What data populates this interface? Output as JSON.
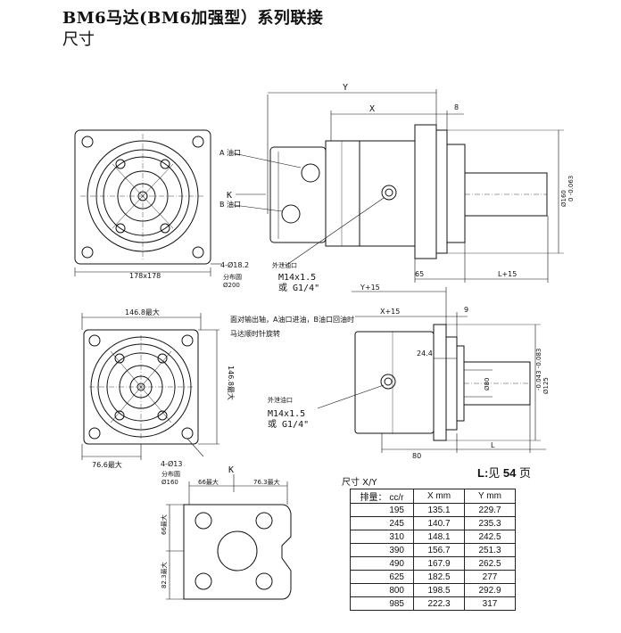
{
  "header": {
    "title": "BM6马达(BM6加强型）系列联接",
    "subtitle": "尺寸"
  },
  "drawing_top": {
    "port_a": "A 油口",
    "port_b": "B 油口",
    "view_k": "K",
    "flange_size": "178x178",
    "bolt_holes": "4-Ø18.2",
    "bolt_circle_label": "分布圆",
    "bolt_circle": "Ø200",
    "dim_y": "Y",
    "dim_x": "X",
    "dim_8": "8",
    "drain_port": "外泄油口",
    "thread_1": "M14x1.5",
    "thread_2": "或 G1/4\"",
    "dim_65": "65",
    "dim_l15": "L+15",
    "shaft_dia": "Ø160",
    "shaft_tol": "0 -0.063"
  },
  "drawing_mid": {
    "flange_width": "146.8最大",
    "flange_height": "146.8最大",
    "note_1": "面对输出轴，A油口进油，B油口回油时",
    "note_2": "马达顺时针旋转",
    "dim_76": "76.6最大",
    "bolt_holes": "4-Ø13",
    "bolt_circle_label": "分布圆",
    "bolt_circle": "Ø160",
    "dim_y15": "Y+15",
    "dim_x15": "X+15",
    "dim_9": "9",
    "dim_24": "24.4",
    "pilot_dia": "Ø80",
    "pilot_dia_2": "Ø125",
    "pilot_tol": "-0.043 -0.083",
    "drain_port": "外泄油口",
    "thread_1": "M14x1.5",
    "thread_2": "或 G1/4\"",
    "dim_80": "80",
    "dim_l": "L"
  },
  "drawing_port": {
    "view_k": "K",
    "dim_66": "66最大",
    "dim_763": "76.3最大",
    "dim_66v": "66最大",
    "dim_823": "82.3最大"
  },
  "page_ref": {
    "prefix": "L:",
    "text": "见 ",
    "page": "54",
    "suffix": " 页"
  },
  "table": {
    "caption": "尺寸 X/Y",
    "headers": [
      "排量： cc/r",
      "X mm",
      "Y mm"
    ],
    "rows": [
      [
        "195",
        "135.1",
        "229.7"
      ],
      [
        "245",
        "140.7",
        "235.3"
      ],
      [
        "310",
        "148.1",
        "242.5"
      ],
      [
        "390",
        "156.7",
        "251.3"
      ],
      [
        "490",
        "167.9",
        "262.5"
      ],
      [
        "625",
        "182.5",
        "277"
      ],
      [
        "800",
        "198.5",
        "292.9"
      ],
      [
        "985",
        "222.3",
        "317"
      ]
    ]
  }
}
